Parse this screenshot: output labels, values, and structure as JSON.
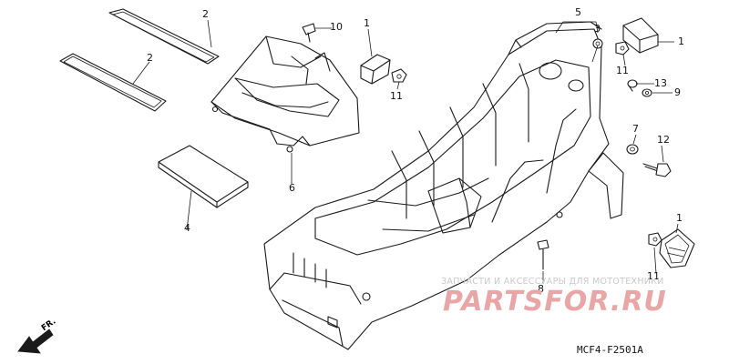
{
  "callouts": {
    "c1": "1",
    "c2": "2",
    "c3": "2",
    "c4": "4",
    "c5": "5",
    "c6": "6",
    "c7": "10",
    "c8": "1",
    "c9": "11",
    "c10": "3",
    "c11": "1",
    "c12": "11",
    "c13": "13",
    "c14": "9",
    "c15": "7",
    "c16": "12",
    "c17": "1",
    "c18": "11",
    "c19": "8"
  },
  "watermark": {
    "line": "ЗАПЧАСТИ И АКСЕССУАРЫ ДЛЯ МОТОТЕХНИКИ",
    "brand": "PARTSFOR.RU",
    "color_line": "#c9c9c9",
    "color_brand": "#e8a6a6"
  },
  "diagram_code": "MCF4-F2501A",
  "direction_label": "FR.",
  "colors": {
    "line": "#1a1a1a",
    "background": "#ffffff"
  }
}
